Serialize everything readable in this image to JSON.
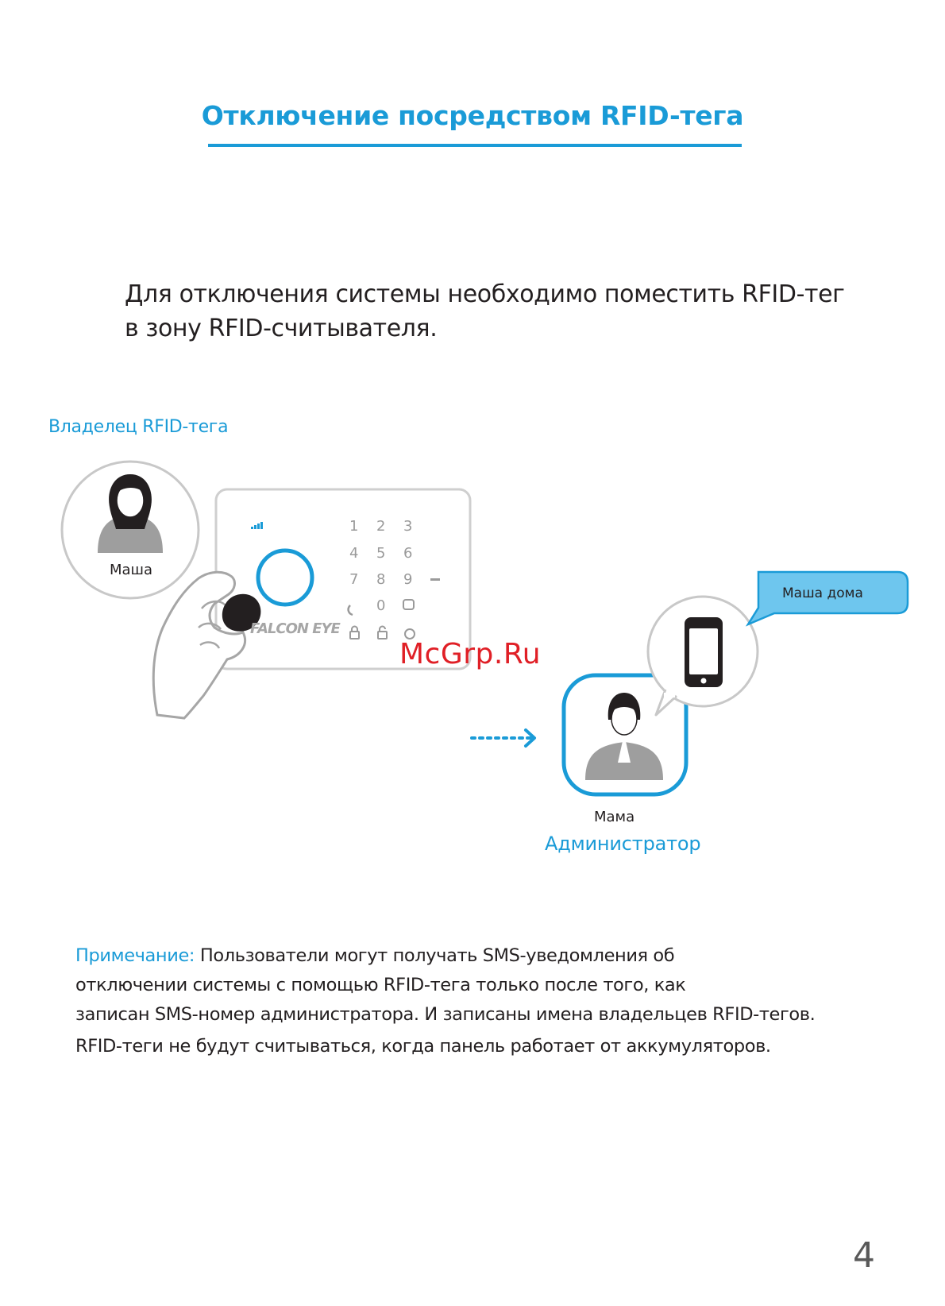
{
  "title": "Отключение посредством RFID-тега",
  "intro": {
    "line1": "Для отключения системы необходимо поместить RFID-тег",
    "line2": "в зону RFID-считывателя."
  },
  "diagram": {
    "owner_label": "Владелец RFID-тега",
    "owner_name": "Маша",
    "panel": {
      "keys": [
        "1",
        "2",
        "3",
        "4",
        "5",
        "6",
        "7",
        "8",
        "9",
        "0"
      ],
      "brand": "FALCON EYE"
    },
    "sms_bubble": "Маша дома",
    "admin_name": "Мама",
    "admin_role": "Администратор",
    "watermark": "McGrp.Ru",
    "accent_color": "#1a9bd7",
    "icons": [
      "person-female-icon",
      "phone-icon",
      "hand-icon",
      "rfid-tag-icon",
      "arrow-right-icon"
    ]
  },
  "note": {
    "label": "Примечание:",
    "line1": "Пользователи могут получать SMS-уведомления об",
    "line2": "отключении системы с помощью RFID-тега только после того, как",
    "line3": "записан SMS-номер администратора.  И записаны имена владельцев  RFID-тегов.",
    "extra": "RFID-теги не будут считываться, когда панель работает от аккумуляторов."
  },
  "page_number": "4"
}
